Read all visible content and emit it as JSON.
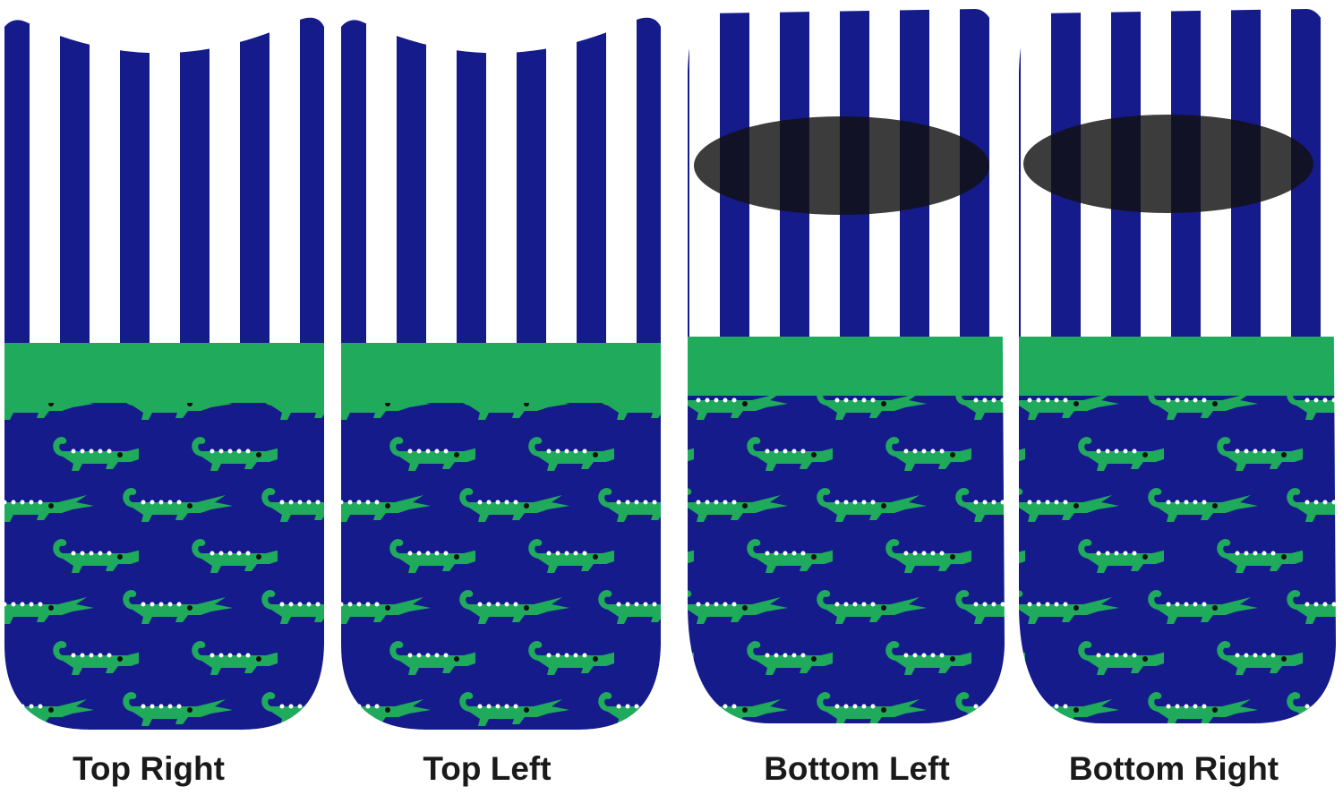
{
  "labels": {
    "top_right": "Top Right",
    "top_left": "Top Left",
    "bottom_left": "Bottom Left",
    "bottom_right": "Bottom Right"
  },
  "colors": {
    "navy": "#161b8c",
    "green": "#1faa5c",
    "white": "#ffffff",
    "heel": "#2a2a2a"
  }
}
